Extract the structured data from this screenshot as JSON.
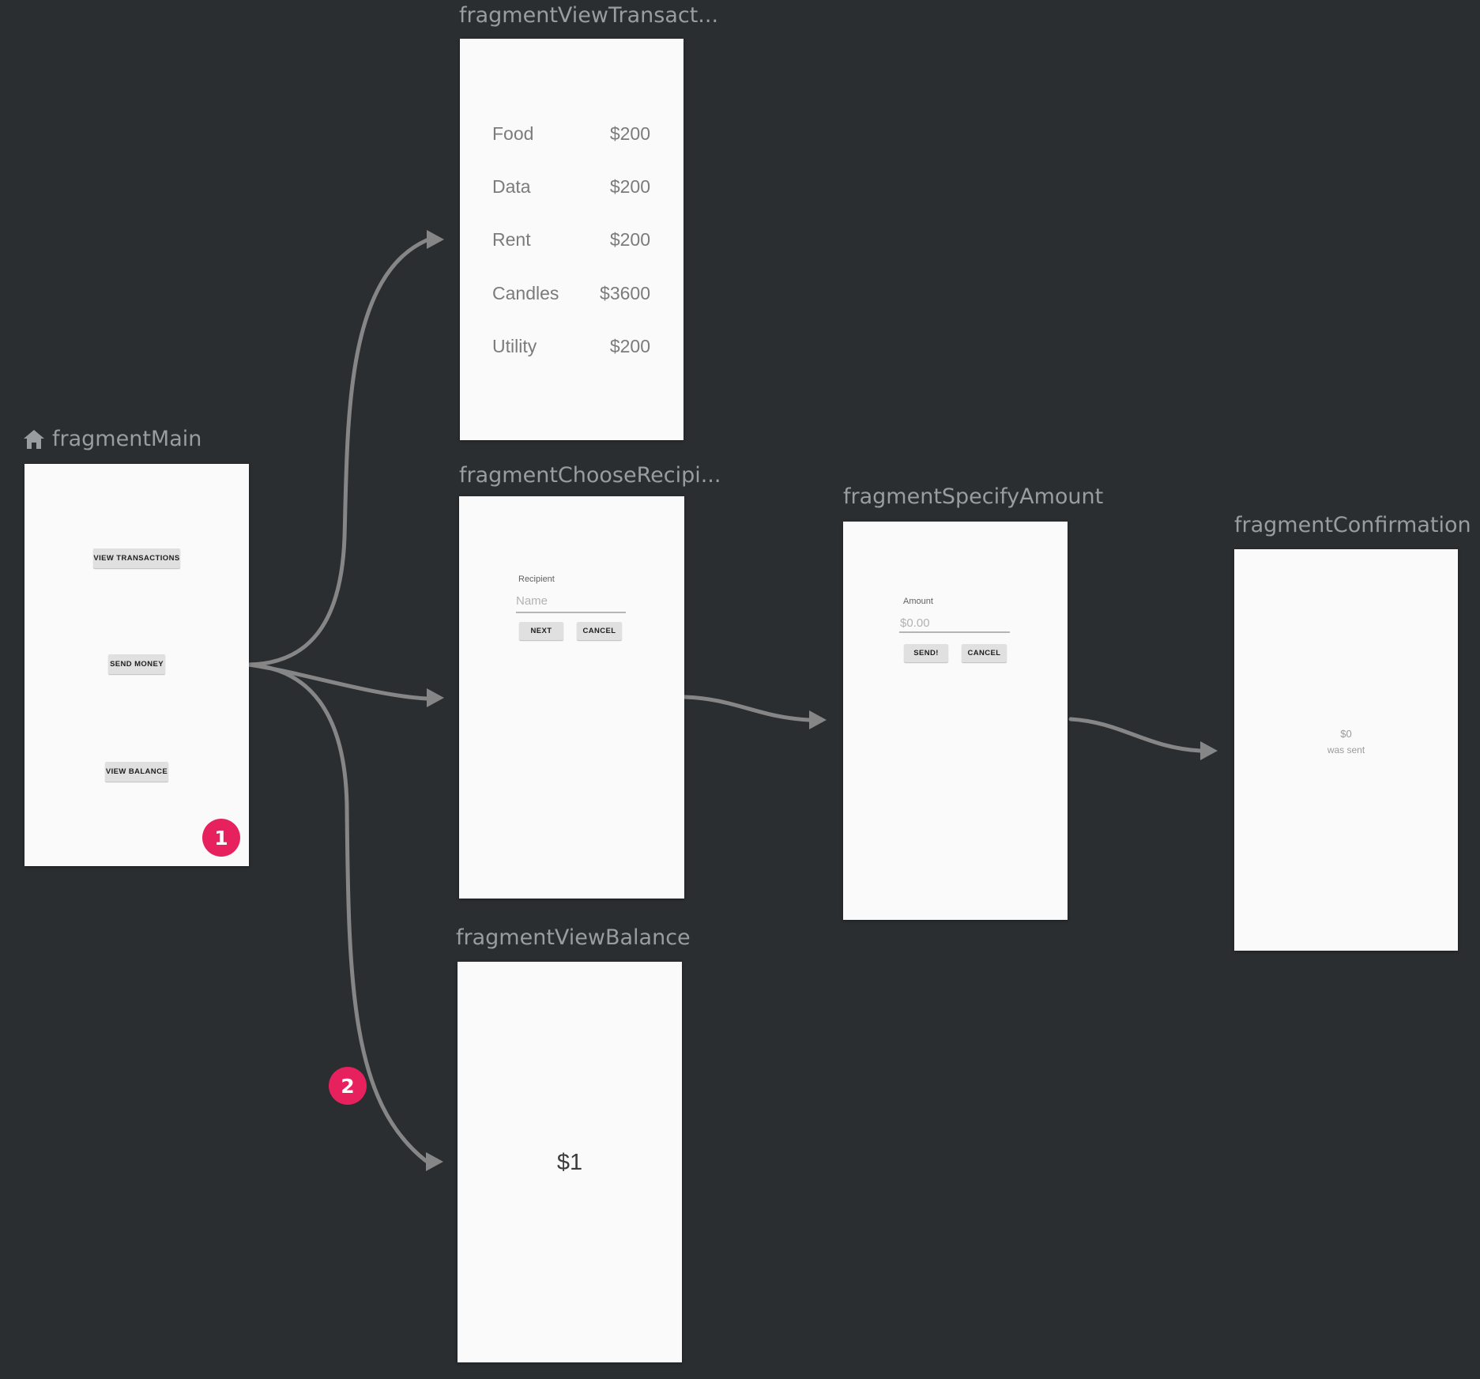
{
  "colors": {
    "bg": "#2a2e31",
    "card": "#fafafa",
    "arrow": "#868686",
    "badge": "#e7215e",
    "title": "#9a9da0",
    "btn": "#e0e0e0",
    "btntext": "#1e1e1e",
    "rowtext": "#7b7b7b",
    "muted": "#9b9b9b",
    "label": "#616161",
    "placeholder": "#b2b2b2",
    "underline": "#9e9e9e",
    "balance": "#3c3c3c"
  },
  "fragments": {
    "main": {
      "title": "fragmentMain",
      "home_icon": "home-icon",
      "buttons": {
        "view_transactions": "VIEW TRANSACTIONS",
        "send_money": "SEND MONEY",
        "view_balance": "VIEW BALANCE"
      },
      "badge": "1"
    },
    "viewTransactions": {
      "title": "fragmentViewTransact...",
      "rows": [
        {
          "label": "Food",
          "amount": "$200"
        },
        {
          "label": "Data",
          "amount": "$200"
        },
        {
          "label": "Rent",
          "amount": "$200"
        },
        {
          "label": "Candles",
          "amount": "$3600"
        },
        {
          "label": "Utility",
          "amount": "$200"
        }
      ]
    },
    "chooseRecipient": {
      "title": "fragmentChooseRecipi...",
      "field_label": "Recipient",
      "placeholder": "Name",
      "next_label": "NEXT",
      "cancel_label": "CANCEL"
    },
    "specifyAmount": {
      "title": "fragmentSpecifyAmount",
      "field_label": "Amount",
      "placeholder": "$0.00",
      "send_label": "SEND!",
      "cancel_label": "CANCEL"
    },
    "confirmation": {
      "title": "fragmentConfirmation",
      "amount": "$0",
      "caption": "was sent"
    },
    "viewBalance": {
      "title": "fragmentViewBalance",
      "balance": "$1",
      "badge": "2"
    }
  }
}
